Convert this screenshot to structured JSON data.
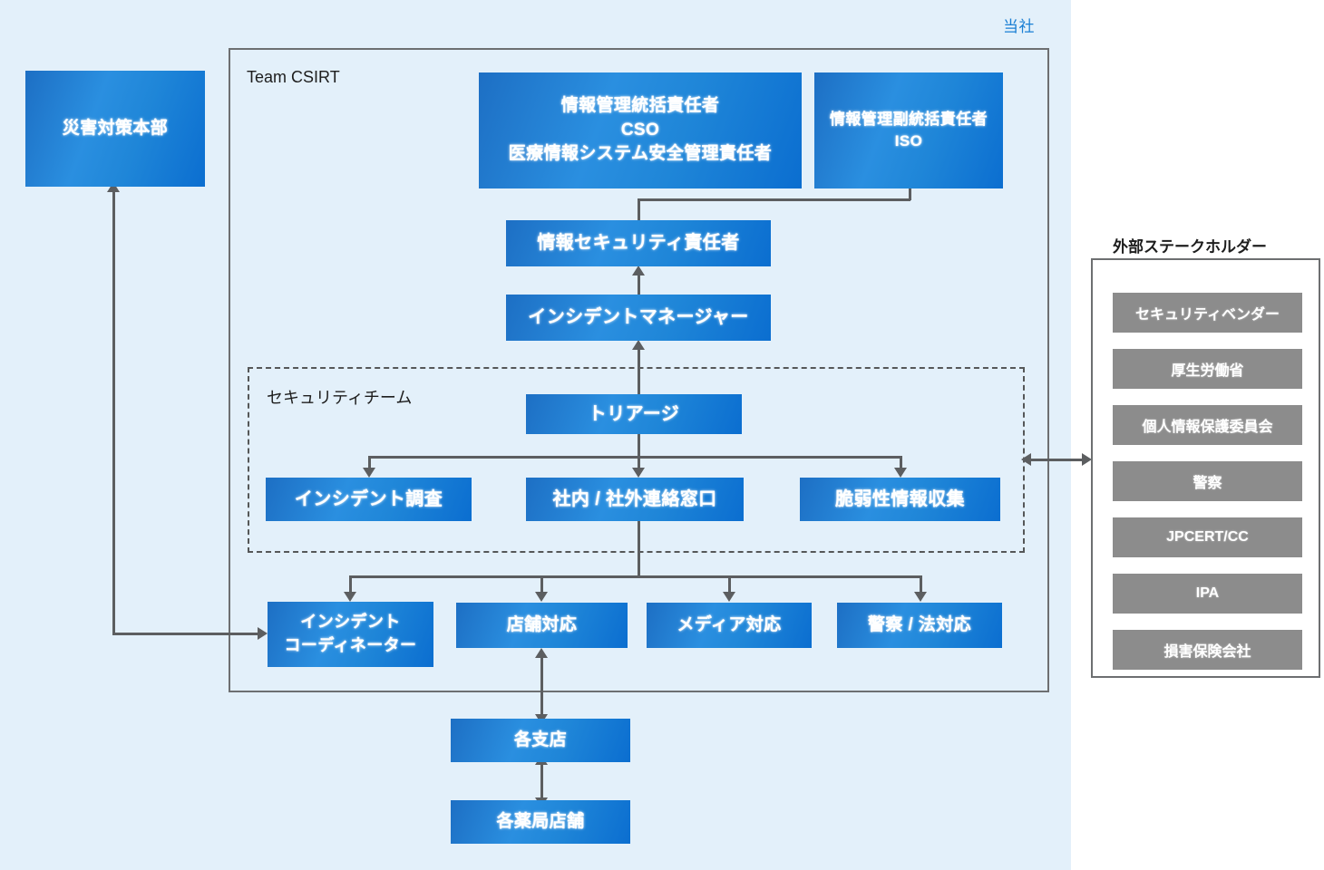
{
  "company": {
    "label": "当社"
  },
  "csirt": {
    "label": "Team CSIRT"
  },
  "security_team": {
    "label": "セキュリティチーム"
  },
  "external": {
    "title": "外部ステークホルダー",
    "items": [
      {
        "label": "セキュリティベンダー"
      },
      {
        "label": "厚生労働省"
      },
      {
        "label": "個人情報保護委員会"
      },
      {
        "label": "警察"
      },
      {
        "label": "JPCERT/CC"
      },
      {
        "label": "IPA"
      },
      {
        "label": "損害保険会社"
      }
    ]
  },
  "nodes": {
    "disaster_hq": {
      "lines": [
        "災害対策本部"
      ]
    },
    "cso": {
      "lines": [
        "情報管理統括責任者",
        "CSO",
        "医療情報システム安全管理責任者"
      ]
    },
    "iso": {
      "lines": [
        "情報管理副統括責任者",
        "ISO"
      ]
    },
    "security_officer": {
      "lines": [
        "情報セキュリティ責任者"
      ]
    },
    "incident_manager": {
      "lines": [
        "インシデントマネージャー"
      ]
    },
    "triage": {
      "lines": [
        "トリアージ"
      ]
    },
    "incident_investigation": {
      "lines": [
        "インシデント調査"
      ]
    },
    "contact_window": {
      "lines": [
        "社内 / 社外連絡窓口"
      ]
    },
    "vuln_collection": {
      "lines": [
        "脆弱性情報収集"
      ]
    },
    "incident_coordinator": {
      "lines": [
        "インシデント",
        "コーディネーター"
      ]
    },
    "store_response": {
      "lines": [
        "店舗対応"
      ]
    },
    "media_response": {
      "lines": [
        "メディア対応"
      ]
    },
    "police_legal_response": {
      "lines": [
        "警察 / 法対応"
      ]
    },
    "branches": {
      "lines": [
        "各支店"
      ]
    },
    "pharmacies": {
      "lines": [
        "各薬局店舗"
      ]
    }
  },
  "colors": {
    "canvas": "#ffffff",
    "company_bg": "#e3f0fa",
    "company_label": "#1a7fd4",
    "node_blue": "#1f86d8",
    "stakeholder_gray": "#8c8c8c",
    "connector": "#5c5e60",
    "frame": "#6d6f71"
  }
}
